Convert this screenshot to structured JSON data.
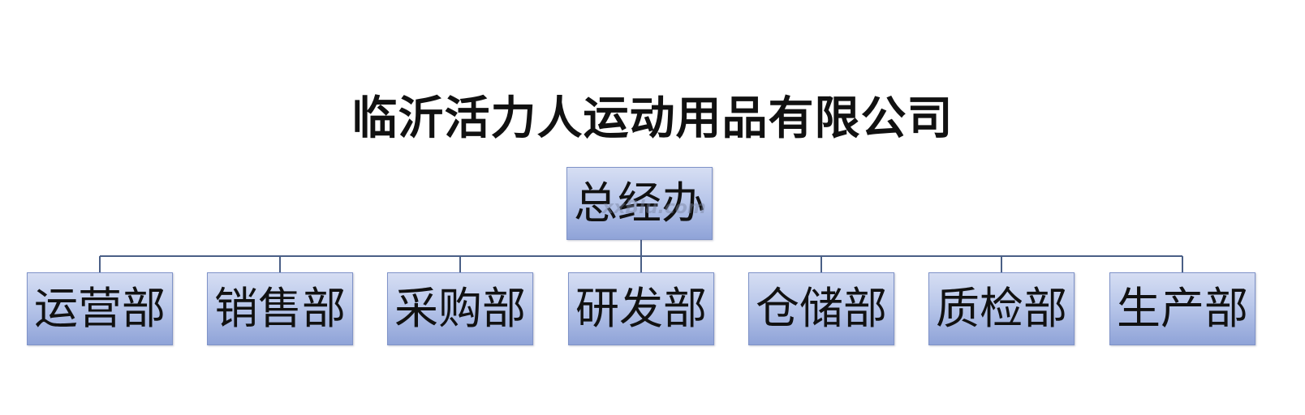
{
  "title": "临沂活力人运动用品有限公司",
  "root": {
    "label": "总经办"
  },
  "departments": [
    {
      "label": "运营部"
    },
    {
      "label": "销售部"
    },
    {
      "label": "采购部"
    },
    {
      "label": "研发部"
    },
    {
      "label": "仓储部"
    },
    {
      "label": "质检部"
    },
    {
      "label": "生产部"
    }
  ],
  "watermark": "xxBlu.com",
  "colors": {
    "box_top": "#d6def3",
    "box_bottom": "#8fa3d8",
    "box_border": "#7f93c8",
    "connector": "#4a5f86"
  }
}
